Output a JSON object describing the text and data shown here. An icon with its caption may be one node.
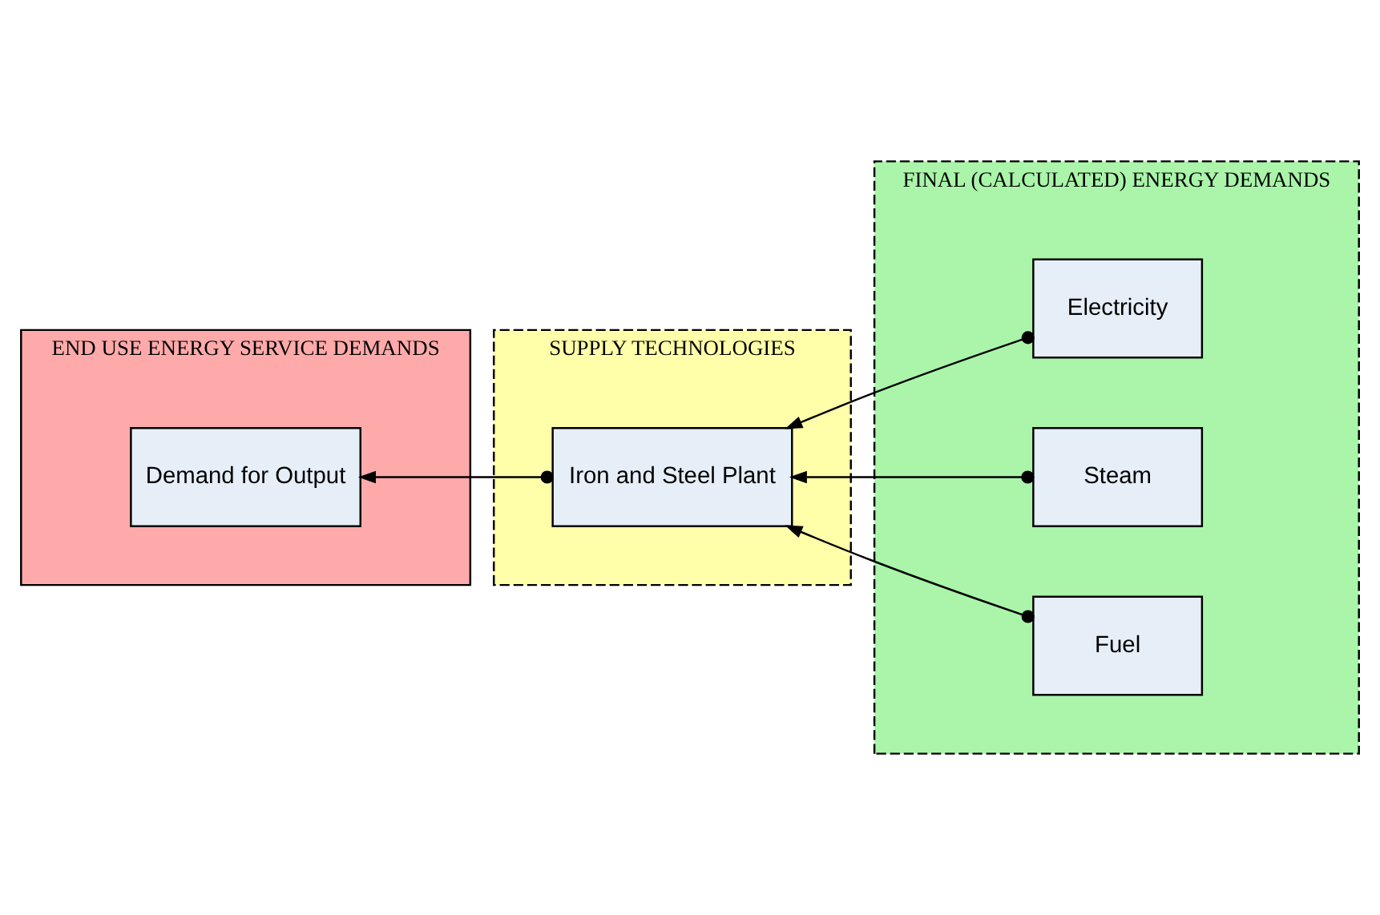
{
  "diagram": {
    "nodes": [
      {
        "text": [
          "END USE ENERGY SERVICE DEMANDS"
        ]
      },
      {
        "text": [
          "Demand for Output"
        ],
        "in": 0
      },
      {
        "text": [
          "SUPPLY TECHNOLOGIES"
        ]
      },
      {
        "text": [
          "Iron and Steel Plant"
        ],
        "in": 2
      },
      {
        "text": [
          "FINAL (CALCULATED) ENERGY DEMANDS"
        ]
      },
      {
        "text": [
          "Electricity"
        ],
        "in": 4
      },
      {
        "text": [
          "Steam"
        ],
        "in": 4
      },
      {
        "text": [
          "Fuel"
        ],
        "in": 4
      }
    ],
    "edges": [
      {
        "from": 3,
        "to": 1,
        "arrow": "to"
      },
      {
        "from": 5,
        "to": 3,
        "arrow": "to"
      },
      {
        "from": 6,
        "to": 3,
        "arrow": "to"
      },
      {
        "from": 7,
        "to": 3,
        "arrow": "to"
      }
    ]
  }
}
